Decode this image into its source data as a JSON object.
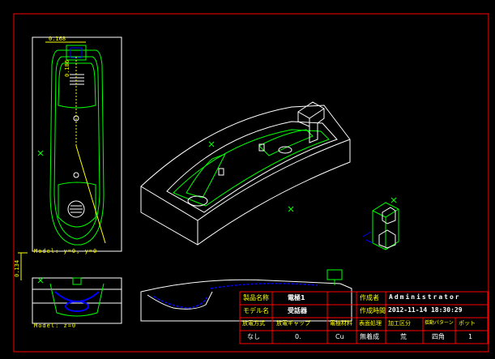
{
  "views": {
    "top_label": "Model: y=0, y=0",
    "front_label": "Model: z=0",
    "dim_top": "0.168",
    "dim_side": "0.134",
    "dim_mid": "0.186"
  },
  "title_block": {
    "rows": [
      [
        "製品名称",
        "電極1",
        "作成者",
        "Administrator"
      ],
      [
        "モデル名",
        "受話器",
        "作成時間",
        "2012-11-14 18:30:29"
      ],
      [
        "放電方式",
        "放電ギャップ",
        "電極材料",
        "表面処理",
        "加工区分",
        "揺動パターン",
        "ポット"
      ],
      [
        "なし",
        "0.",
        "Cu",
        "無着成",
        "荒",
        "四角",
        "1"
      ]
    ]
  },
  "colors": {
    "background": "#000000",
    "outline": "#ffffff",
    "model": "#00ff00",
    "text": "#ffff00",
    "border": "#ff0000",
    "hidden": "#0000ff"
  }
}
